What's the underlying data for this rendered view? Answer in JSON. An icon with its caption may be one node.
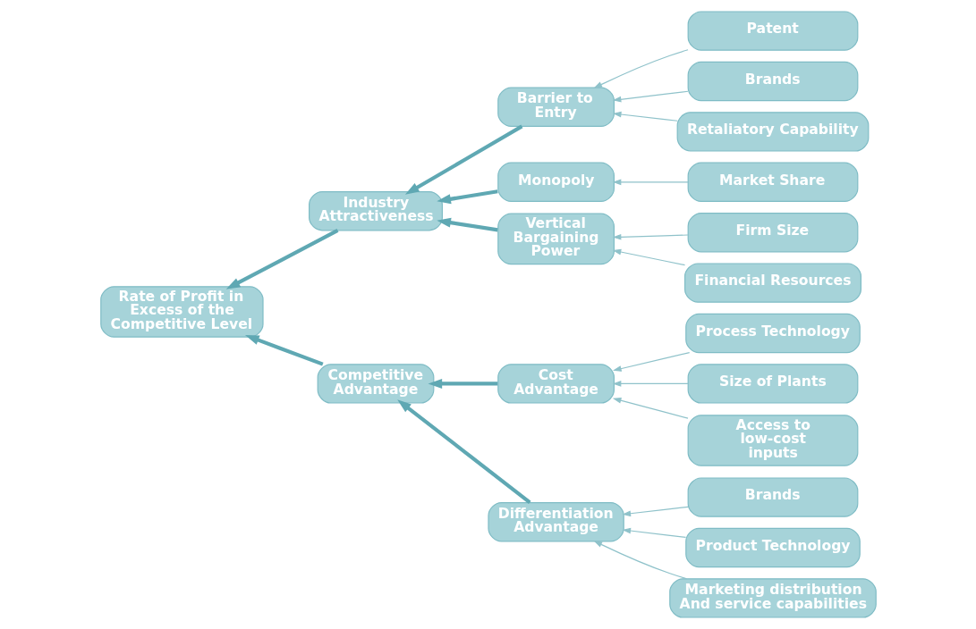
{
  "diagram": {
    "nodes": [
      {
        "text": [
          "Rate of Profit in Excess of the Competitive Level"
        ]
      },
      {
        "text": [
          "Industry Attractiveness"
        ]
      },
      {
        "text": [
          "Competitive Advantage"
        ]
      },
      {
        "text": [
          "Barrier to Entry"
        ]
      },
      {
        "text": [
          "Monopoly"
        ]
      },
      {
        "text": [
          "Vertical Bargaining Power"
        ]
      },
      {
        "text": [
          "Cost Advantage"
        ]
      },
      {
        "text": [
          "Differentiation Advantage"
        ]
      },
      {
        "text": [
          "Patent"
        ]
      },
      {
        "text": [
          "Brands"
        ]
      },
      {
        "text": [
          "Retaliatory Capability"
        ]
      },
      {
        "text": [
          "Market Share"
        ]
      },
      {
        "text": [
          "Firm Size"
        ]
      },
      {
        "text": [
          "Financial Resources"
        ]
      },
      {
        "text": [
          "Process Technology"
        ]
      },
      {
        "text": [
          "Size of Plants"
        ]
      },
      {
        "text": [
          "Access to low-cost inputs"
        ]
      },
      {
        "text": [
          "Brands"
        ]
      },
      {
        "text": [
          "Product Technology"
        ]
      },
      {
        "text": [
          "Marketing distribution And service capabilities"
        ]
      }
    ],
    "edges": [
      {
        "from": 1,
        "to": 0,
        "arrow": "to",
        "style": "thick",
        "color": "#5fa8b3"
      },
      {
        "from": 2,
        "to": 0,
        "arrow": "to",
        "style": "thick",
        "color": "#5fa8b3"
      },
      {
        "from": 3,
        "to": 1,
        "arrow": "to",
        "style": "thick",
        "color": "#5fa8b3"
      },
      {
        "from": 4,
        "to": 1,
        "arrow": "to",
        "style": "thick",
        "color": "#5fa8b3"
      },
      {
        "from": 5,
        "to": 1,
        "arrow": "to",
        "style": "thick",
        "color": "#5fa8b3"
      },
      {
        "from": 6,
        "to": 2,
        "arrow": "to",
        "style": "thick",
        "color": "#5fa8b3"
      },
      {
        "from": 7,
        "to": 2,
        "arrow": "to",
        "style": "thick",
        "color": "#5fa8b3"
      },
      {
        "from": 8,
        "to": 3,
        "arrow": "to"
      },
      {
        "from": 9,
        "to": 3,
        "arrow": "to"
      },
      {
        "from": 10,
        "to": 3,
        "arrow": "to"
      },
      {
        "from": 11,
        "to": 4,
        "arrow": "to"
      },
      {
        "from": 12,
        "to": 5,
        "arrow": "to"
      },
      {
        "from": 13,
        "to": 5,
        "arrow": "to"
      },
      {
        "from": 14,
        "to": 6,
        "arrow": "to"
      },
      {
        "from": 15,
        "to": 6,
        "arrow": "to"
      },
      {
        "from": 16,
        "to": 6,
        "arrow": "to"
      },
      {
        "from": 17,
        "to": 7,
        "arrow": "to"
      },
      {
        "from": 18,
        "to": 7,
        "arrow": "to"
      },
      {
        "from": 19,
        "to": 7,
        "arrow": "to"
      }
    ]
  }
}
